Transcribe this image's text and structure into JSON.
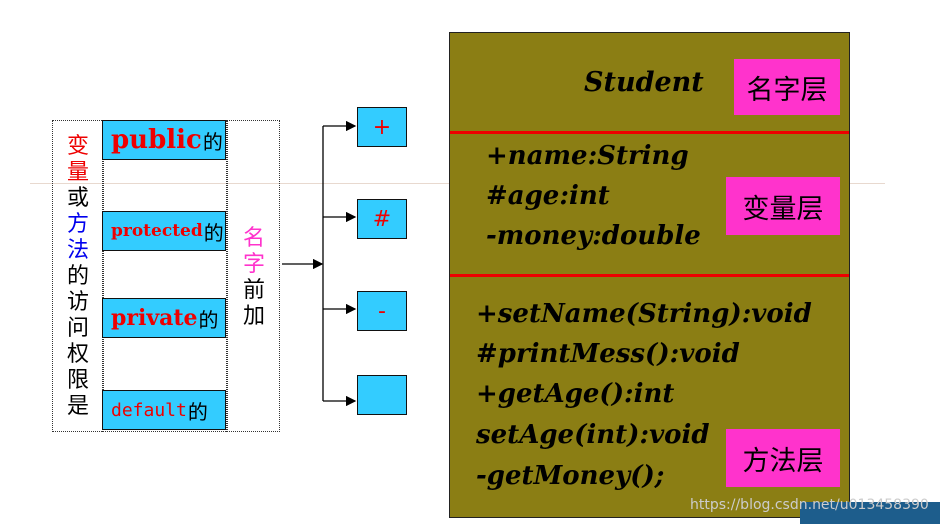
{
  "left_vertical": [
    {
      "ch": "变",
      "color": "#ee0000"
    },
    {
      "ch": "量",
      "color": "#ee0000"
    },
    {
      "ch": "或",
      "color": "#000000"
    },
    {
      "ch": "方",
      "color": "#0000ee"
    },
    {
      "ch": "法",
      "color": "#0000ee"
    },
    {
      "ch": "的",
      "color": "#000000"
    },
    {
      "ch": "访",
      "color": "#000000"
    },
    {
      "ch": "问",
      "color": "#000000"
    },
    {
      "ch": "权",
      "color": "#000000"
    },
    {
      "ch": "限",
      "color": "#000000"
    },
    {
      "ch": "是",
      "color": "#000000"
    }
  ],
  "modifiers": [
    {
      "word": "public",
      "suffix": "的"
    },
    {
      "word": "protected",
      "suffix": "的"
    },
    {
      "word": "private",
      "suffix": "的"
    },
    {
      "word": "default",
      "suffix": "的"
    }
  ],
  "name_prefix_vertical": [
    {
      "ch": "名",
      "color": "#ff33cc"
    },
    {
      "ch": "字",
      "color": "#ff33cc"
    },
    {
      "ch": "前",
      "color": "#000000"
    },
    {
      "ch": "加",
      "color": "#000000"
    }
  ],
  "symbols": [
    "+",
    "#",
    "-",
    ""
  ],
  "uml": {
    "class_name": "Student",
    "name_layer_label": "名字层",
    "attributes": [
      "+name:String",
      "#age:int",
      "-money:double"
    ],
    "attr_layer_label": "变量层",
    "methods": [
      "+setName(String):void",
      "#printMess():void",
      "+getAge():int",
      "setAge(int):void",
      "-getMoney();"
    ],
    "method_layer_label": "方法层"
  },
  "watermark": "https://blog.csdn.net/u013458390",
  "colors": {
    "uml_bg": "#8b7e14",
    "box_blue": "#33ccff",
    "accent_red": "#ee0000",
    "tag_pink": "#ff33cc"
  }
}
